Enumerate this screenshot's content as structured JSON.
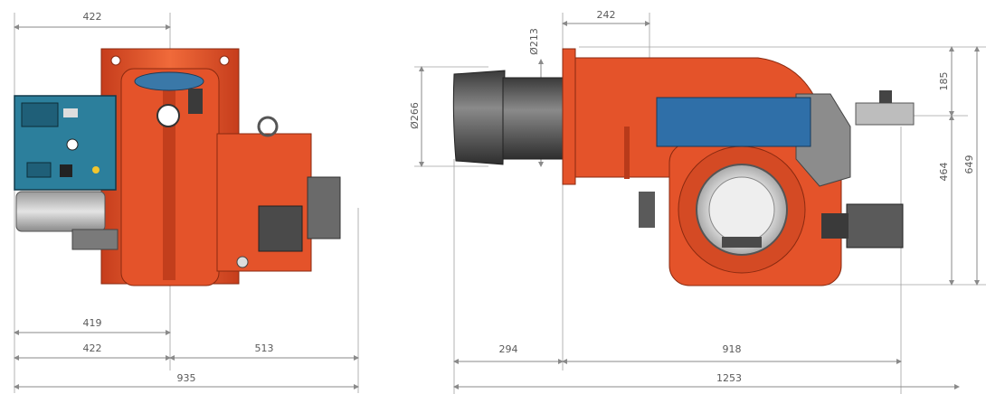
{
  "drawing": {
    "left_view": {
      "dims": {
        "top_width": "422",
        "lower_419": "419",
        "lower_422": "422",
        "lower_513": "513",
        "overall": "935"
      }
    },
    "right_view": {
      "dims": {
        "tube_offset": "242",
        "tube_dia": "Ø213",
        "head_dia": "Ø266",
        "head_length": "294",
        "body_length": "918",
        "overall_length": "1253",
        "top_height": "185",
        "mid_height": "464",
        "total_height": "649"
      }
    },
    "colors": {
      "body_red": "#e8532a",
      "body_red_dark": "#b83a1a",
      "panel_teal": "#2c7f9c",
      "box_blue": "#2f6fa8",
      "grey": "#8c8c8c",
      "dark_grey": "#4a4a4a",
      "dim_line": "#8a8a8a"
    }
  }
}
